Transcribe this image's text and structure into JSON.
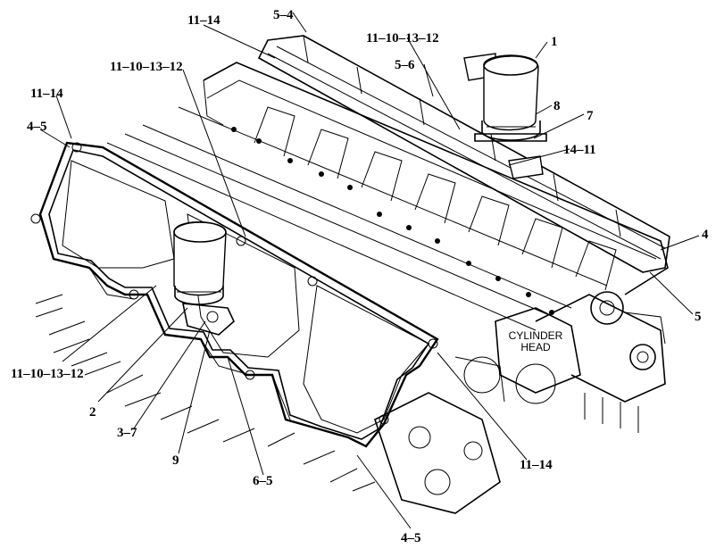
{
  "callouts": {
    "c1": "1",
    "c4_top": "4",
    "c5_right": "5",
    "c5_4": "5–4",
    "c5_6": "5–6",
    "c7": "7",
    "c8": "8",
    "c14_11": "14–11",
    "c11_14_top": "11–14",
    "c11_10_13_12_top": "11–10–13–12",
    "c11_10_13_12_left": "11–10–13–12",
    "c11_14_left": "11–14",
    "c4_5_left": "4–5",
    "c11_10_13_12_low": "11–10–13–12",
    "c2": "2",
    "c3_7": "3–7",
    "c9": "9",
    "c6_5": "6–5",
    "c4_5_bottom": "4–5",
    "c11_14_right": "11–14"
  },
  "labels": {
    "cylinder_head_line1": "CYLINDER",
    "cylinder_head_line2": "HEAD"
  }
}
